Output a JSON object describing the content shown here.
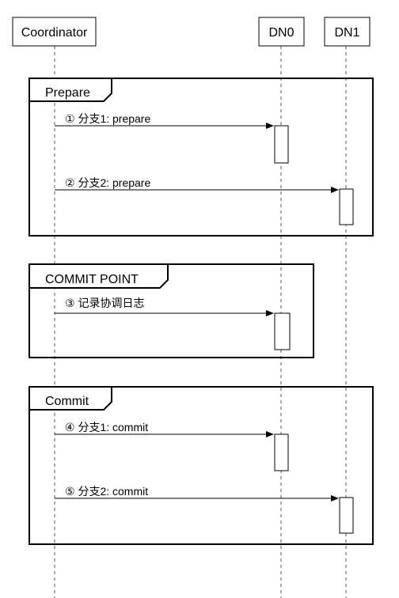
{
  "participants": [
    {
      "id": "coord",
      "label": "Coordinator"
    },
    {
      "id": "dn0",
      "label": "DN0"
    },
    {
      "id": "dn1",
      "label": "DN1"
    }
  ],
  "fragments": [
    {
      "id": "prepare",
      "label": "Prepare"
    },
    {
      "id": "commit-point",
      "label": "COMMIT POINT"
    },
    {
      "id": "commit",
      "label": "Commit"
    }
  ],
  "messages": [
    {
      "id": "m1",
      "label": "① 分支1: prepare",
      "from": "Coordinator",
      "to": "DN0"
    },
    {
      "id": "m2",
      "label": "② 分支2: prepare",
      "from": "Coordinator",
      "to": "DN1"
    },
    {
      "id": "m3",
      "label": "③ 记录协调日志",
      "from": "Coordinator",
      "to": "DN0"
    },
    {
      "id": "m4",
      "label": "④ 分支1: commit",
      "from": "Coordinator",
      "to": "DN0"
    },
    {
      "id": "m5",
      "label": "⑤ 分支2: commit",
      "from": "Coordinator",
      "to": "DN1"
    }
  ],
  "style": {
    "line_color": "#000000",
    "lifeline_color": "#555555",
    "background": "#ffffff"
  }
}
